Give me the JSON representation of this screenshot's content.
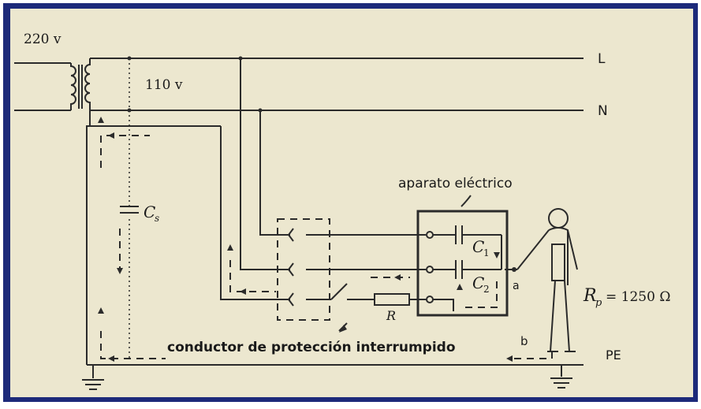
{
  "colors": {
    "frame": "#1d2a7a",
    "background": "#ece7cf",
    "line": "#2b2b2b"
  },
  "labels": {
    "voltage_primary": "220 v",
    "voltage_secondary": "110 v",
    "line_L": "L",
    "line_N": "N",
    "stray_capacitance": "C",
    "stray_capacitance_sub": "s",
    "device_title": "aparato eléctrico",
    "capacitor_1": "C",
    "capacitor_1_sub": "1",
    "capacitor_2": "C",
    "capacitor_2_sub": "2",
    "point_a": "a",
    "point_b": "b",
    "resistor": "R",
    "body_resistance_symbol": "R",
    "body_resistance_sub": "p",
    "body_resistance_value": "= 1250 Ω",
    "protective_earth": "PE",
    "broken_conductor": "conductor de protección interrumpido"
  },
  "icons": [
    "transformer-icon",
    "ground-icon",
    "capacitor-icon",
    "resistor-icon",
    "person-icon",
    "switch-icon"
  ]
}
